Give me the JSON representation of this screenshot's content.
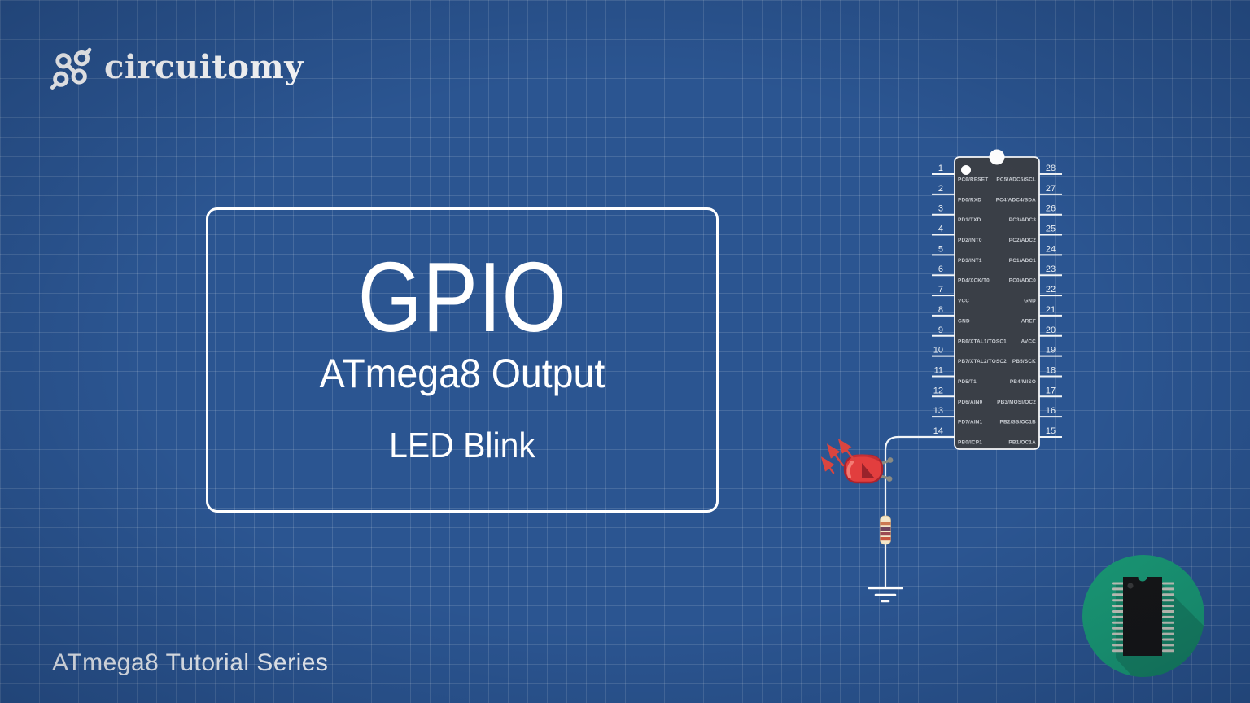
{
  "brand": {
    "name": "circuitomy"
  },
  "title_card": {
    "title": "GPIO",
    "subtitle": "ATmega8 Output",
    "topic": "LED Blink"
  },
  "footer": {
    "series_label": "ATmega8 Tutorial Series"
  },
  "colors": {
    "background": "#2b5591",
    "grid_line": "rgba(255,255,255,0.13)",
    "white": "#ffffff",
    "chip_body": "#3a3f47",
    "pin_label": "#c7cbd1",
    "led_red": "#e23e3e",
    "led_outline": "#a8242f",
    "arrow_red": "#d9453f",
    "resistor_body": "#f3e6c9",
    "wire": "#f2f5f8",
    "badge_green": "#1a9c77",
    "badge_chip_black": "#161616",
    "badge_pin_gray": "#c9cabf"
  },
  "icons": [
    "circuit-nodes-logo",
    "dip-chip-icon",
    "red-led",
    "resistor",
    "ground-symbol",
    "light-arrows"
  ],
  "chip": {
    "name": "ATmega8 DIP-28 pinout",
    "left_pins": [
      {
        "number": "1",
        "label": "PC6/RESET"
      },
      {
        "number": "2",
        "label": "PD0/RXD"
      },
      {
        "number": "3",
        "label": "PD1/TXD"
      },
      {
        "number": "4",
        "label": "PD2/INT0"
      },
      {
        "number": "5",
        "label": "PD3/INT1"
      },
      {
        "number": "6",
        "label": "PD4/XCK/T0"
      },
      {
        "number": "7",
        "label": "VCC"
      },
      {
        "number": "8",
        "label": "GND"
      },
      {
        "number": "9",
        "label": "PB6/XTAL1/TOSC1"
      },
      {
        "number": "10",
        "label": "PB7/XTAL2/TOSC2"
      },
      {
        "number": "11",
        "label": "PD5/T1"
      },
      {
        "number": "12",
        "label": "PD6/AIN0"
      },
      {
        "number": "13",
        "label": "PD7/AIN1"
      },
      {
        "number": "14",
        "label": "PB0/ICP1"
      }
    ],
    "right_pins": [
      {
        "number": "28",
        "label": "PC5/ADC5/SCL"
      },
      {
        "number": "27",
        "label": "PC4/ADC4/SDA"
      },
      {
        "number": "26",
        "label": "PC3/ADC3"
      },
      {
        "number": "25",
        "label": "PC2/ADC2"
      },
      {
        "number": "24",
        "label": "PC1/ADC1"
      },
      {
        "number": "23",
        "label": "PC0/ADC0"
      },
      {
        "number": "22",
        "label": "GND"
      },
      {
        "number": "21",
        "label": "AREF"
      },
      {
        "number": "20",
        "label": "AVCC"
      },
      {
        "number": "19",
        "label": "PB5/SCK"
      },
      {
        "number": "18",
        "label": "PB4/MISO"
      },
      {
        "number": "17",
        "label": "PB3/MOSI/OC2"
      },
      {
        "number": "16",
        "label": "PB2/SS/OC1B"
      },
      {
        "number": "15",
        "label": "PB1/OC1A"
      }
    ]
  },
  "circuit": {
    "connected_pin_number": "14",
    "components": [
      "red-led",
      "resistor",
      "ground"
    ]
  }
}
